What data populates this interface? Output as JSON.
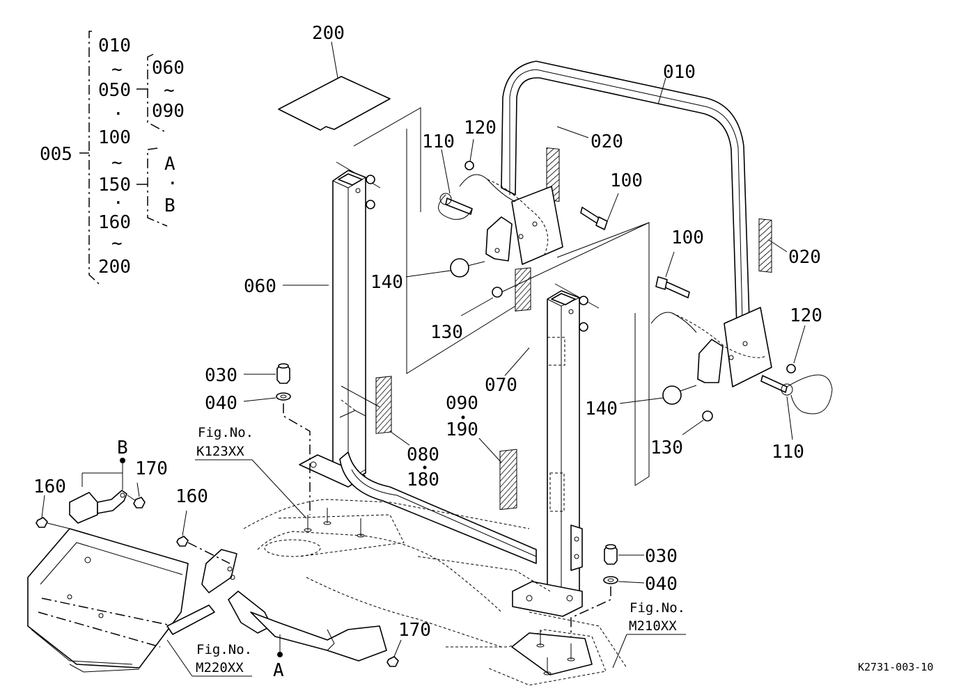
{
  "drawing": {
    "reference": "K2731-003-10"
  },
  "tree": {
    "root": "005",
    "items": [
      "010",
      "~",
      "050",
      "·",
      "100",
      "~",
      "150",
      "·",
      "160",
      "~",
      "200"
    ],
    "sub1": [
      "060",
      "~",
      "090"
    ],
    "sub2": [
      "A",
      "·",
      "B"
    ]
  },
  "labels": {
    "l200": "200",
    "l010": "010",
    "l020a": "020",
    "l020b": "020",
    "l110a": "110",
    "l110b": "110",
    "l120a": "120",
    "l120b": "120",
    "l100a": "100",
    "l100b": "100",
    "l060": "060",
    "l140a": "140",
    "l140b": "140",
    "l130a": "130",
    "l130b": "130",
    "l070": "070",
    "l090": "090",
    "l190": "190",
    "l030a": "030",
    "l040a": "040",
    "l030b": "030",
    "l040b": "040",
    "l080": "080",
    "l180": "180",
    "l170a": "170",
    "l170b": "170",
    "l160a": "160",
    "l160b": "160",
    "lA": "A",
    "lB": "B"
  },
  "fig_refs": {
    "k123_title": "Fig.No.",
    "k123_code": "K123XX",
    "m220_title": "Fig.No.",
    "m220_code": "M220XX",
    "m210_title": "Fig.No.",
    "m210_code": "M210XX"
  }
}
